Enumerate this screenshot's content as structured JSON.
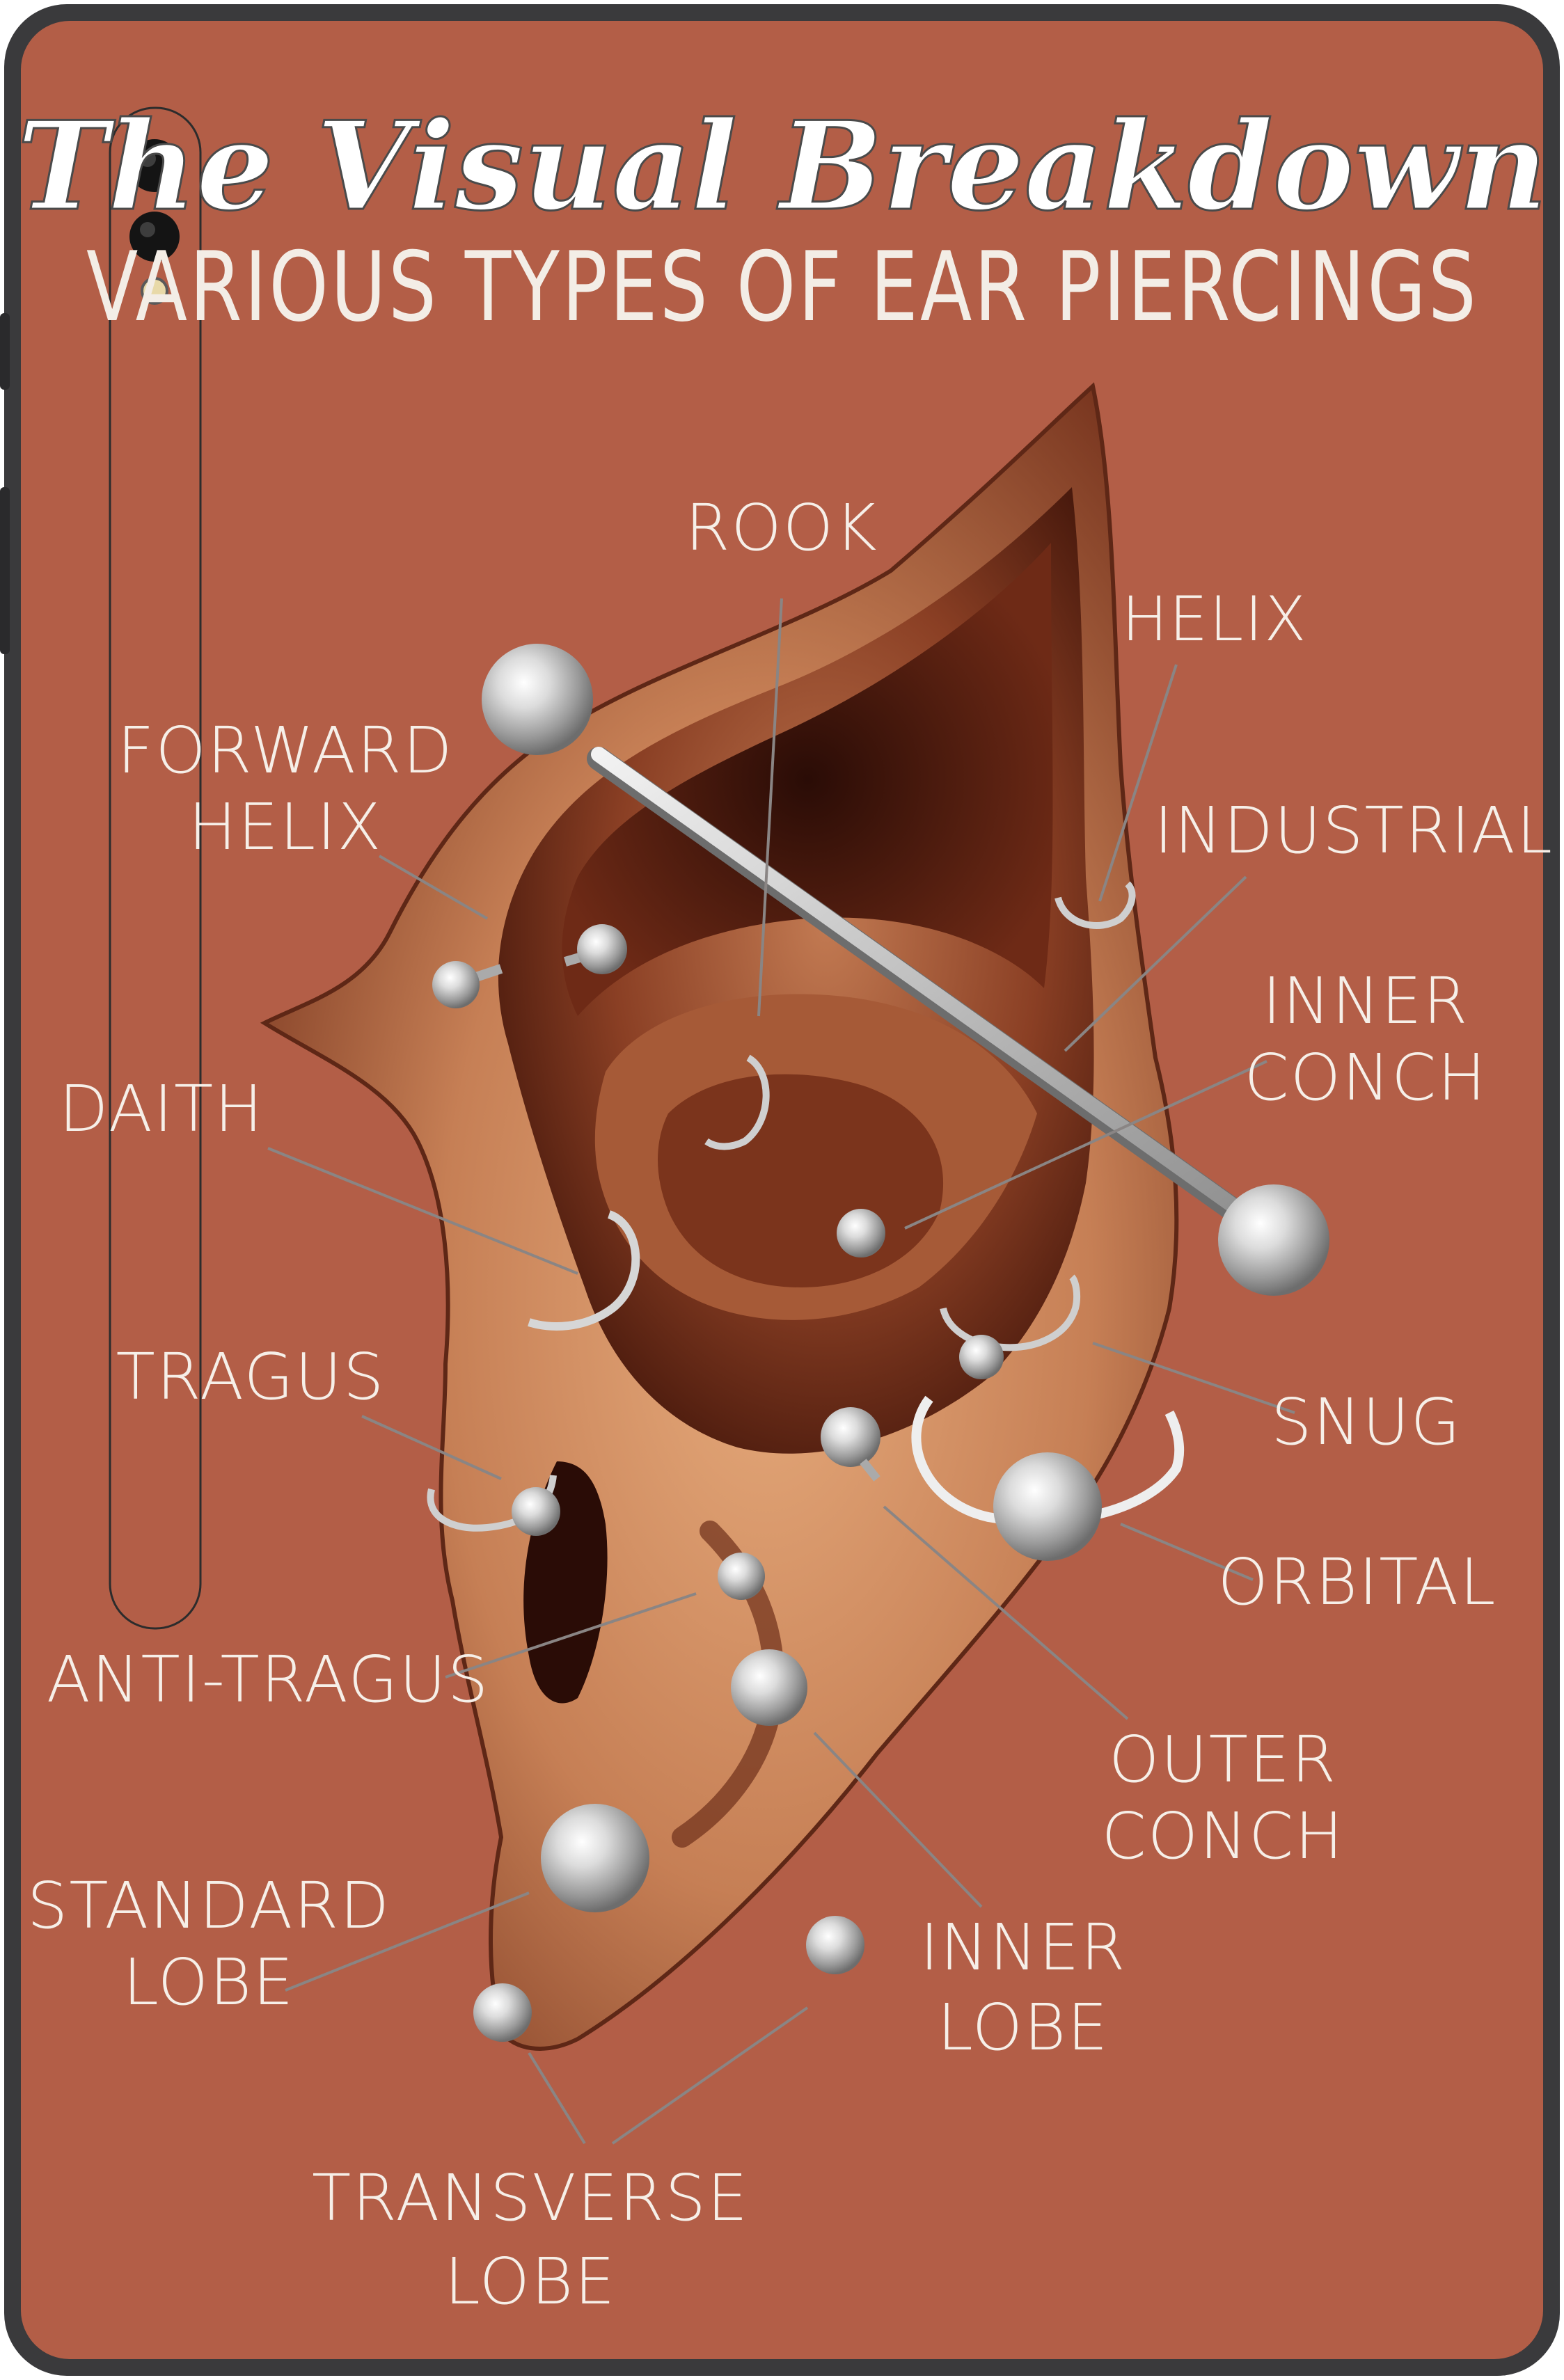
{
  "title": "The Visual Breakdown",
  "subtitle": "VARIOUS TYPES OF EAR PIERCINGS",
  "colors": {
    "background": "#b35e47",
    "frame": "#3a3a3c",
    "label_text": "#f6efe8",
    "leader_line": "#8a8584",
    "skin_light": "#d99a6b",
    "skin_dark": "#5a2414",
    "jewelry": "#c9c9c9"
  },
  "labels": {
    "rook": "ROOK",
    "helix": "HELIX",
    "forward_helix_1": "FORWARD",
    "forward_helix_2": "HELIX",
    "industrial": "INDUSTRIAL",
    "inner_conch_1": "INNER",
    "inner_conch_2": "CONCH",
    "daith": "DAITH",
    "tragus": "TRAGUS",
    "snug": "SNUG",
    "orbital": "ORBITAL",
    "anti_tragus": "ANTI-TRAGUS",
    "outer_conch_1": "OUTER",
    "outer_conch_2": "CONCH",
    "standard_lobe_1": "STANDARD",
    "standard_lobe_2": "LOBE",
    "inner_lobe_1": "INNER",
    "inner_lobe_2": "LOBE",
    "transverse_lobe_1": "TRANSVERSE",
    "transverse_lobe_2": "LOBE"
  }
}
